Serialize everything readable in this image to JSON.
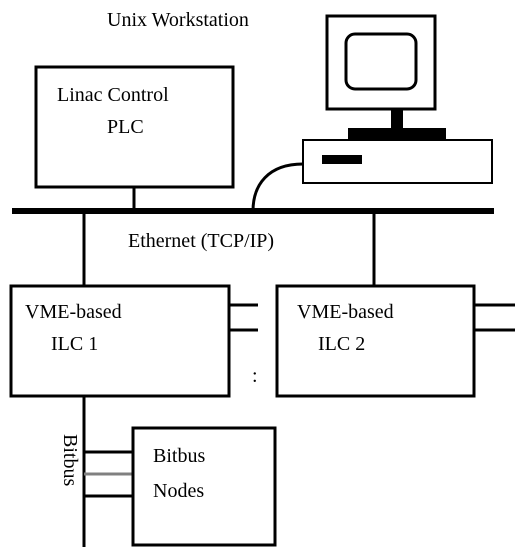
{
  "workstation": {
    "label": "Unix Workstation"
  },
  "plc": {
    "line1": "Linac Control",
    "line2": "PLC"
  },
  "network": {
    "label": "Ethernet (TCP/IP)"
  },
  "ilc1": {
    "line1": "VME-based",
    "line2": "ILC 1"
  },
  "ilc2": {
    "line1": "VME-based",
    "line2": "ILC 2"
  },
  "ellipsis": ":",
  "bitbus": {
    "label": "Bitbus"
  },
  "bitbus_nodes": {
    "line1": "Bitbus",
    "line2": "Nodes"
  },
  "colors": {
    "stroke": "#000000",
    "bitbus_link": "#808080",
    "background": "#ffffff"
  }
}
